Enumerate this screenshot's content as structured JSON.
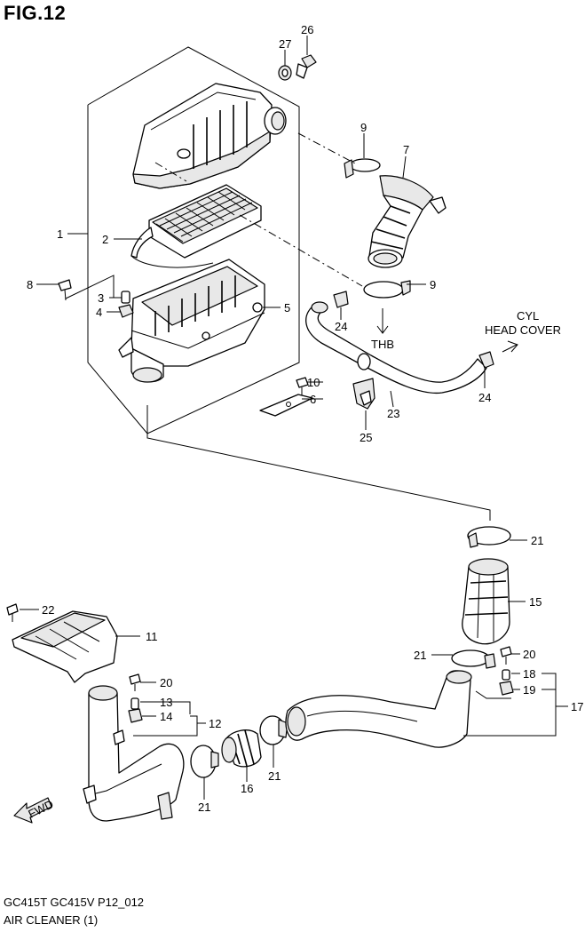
{
  "figure": {
    "title": "FIG.12",
    "footer_model": "GC415T GC415V P12_012",
    "footer_caption": "AIR CLEANER (1)"
  },
  "notes": {
    "cyl_line1": "CYL",
    "cyl_line2": "HEAD COVER",
    "thb": "THB",
    "fwd": "FWD"
  },
  "callouts": {
    "c27": "27",
    "c26": "26",
    "c9a": "9",
    "c7": "7",
    "c1": "1",
    "c2": "2",
    "c8": "8",
    "c3": "3",
    "c4": "4",
    "c5": "5",
    "c9b": "9",
    "c24a": "24",
    "c24b": "24",
    "c10": "10",
    "c6": "6",
    "c23": "23",
    "c25": "25",
    "c21a": "21",
    "c15": "15",
    "c22": "22",
    "c11": "11",
    "c20a": "20",
    "c21b": "21",
    "c20b": "20",
    "c13": "13",
    "c14": "14",
    "c12": "12",
    "c18": "18",
    "c19": "19",
    "c17": "17",
    "c21c": "21",
    "c16": "16",
    "c21d": "21"
  },
  "colors": {
    "ink": "#000000",
    "paper": "#ffffff",
    "shade": "#e8e8e8"
  }
}
